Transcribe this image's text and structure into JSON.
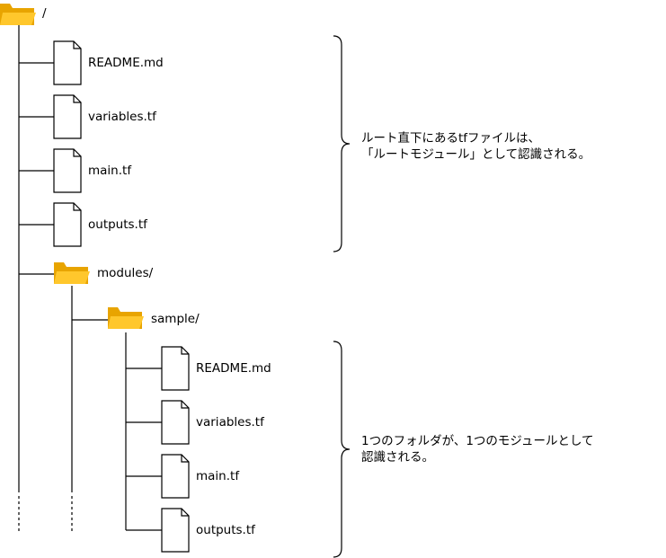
{
  "tree": {
    "root": {
      "label": "/",
      "icon": "folder-icon"
    },
    "root_files": [
      {
        "label": "README.md",
        "icon": "file-icon"
      },
      {
        "label": "variables.tf",
        "icon": "file-icon"
      },
      {
        "label": "main.tf",
        "icon": "file-icon"
      },
      {
        "label": "outputs.tf",
        "icon": "file-icon"
      }
    ],
    "modules": {
      "label": "modules/",
      "icon": "folder-icon"
    },
    "sample": {
      "label": "sample/",
      "icon": "folder-icon"
    },
    "sample_files": [
      {
        "label": "README.md",
        "icon": "file-icon"
      },
      {
        "label": "variables.tf",
        "icon": "file-icon"
      },
      {
        "label": "main.tf",
        "icon": "file-icon"
      },
      {
        "label": "outputs.tf",
        "icon": "file-icon"
      }
    ]
  },
  "notes": {
    "root_module": "ルート直下にあるtfファイルは、\n「ルートモジュール」として認識される。",
    "module": "1つのフォルダが、1つのモジュールとして\n認識される。"
  },
  "colors": {
    "folder_back": "#E8A400",
    "folder_front": "#FFC72C",
    "line": "#000000"
  }
}
